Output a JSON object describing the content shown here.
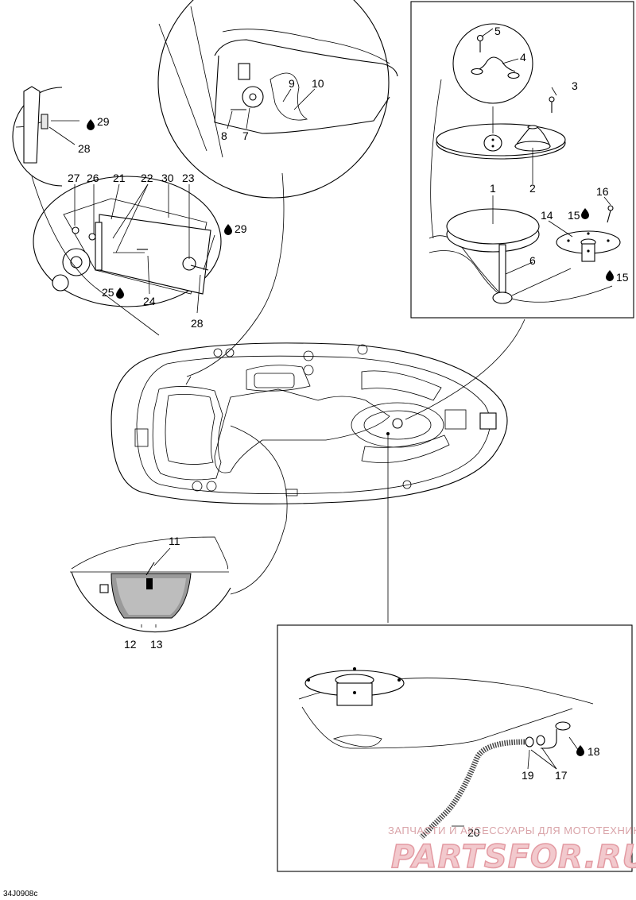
{
  "diagram": {
    "code": "34J0908c",
    "callouts": {
      "c1": "1",
      "c2": "2",
      "c3": "3",
      "c4": "4",
      "c5": "5",
      "c6": "6",
      "c7": "7",
      "c8": "8",
      "c9": "9",
      "c10": "10",
      "c11": "11",
      "c12": "12",
      "c13": "13",
      "c14": "14",
      "c15a": "15",
      "c15b": "15",
      "c16": "16",
      "c17": "17",
      "c18": "18",
      "c19": "19",
      "c20": "20",
      "c21": "21",
      "c22": "22",
      "c23": "23",
      "c24": "24",
      "c25": "25",
      "c26": "26",
      "c27": "27",
      "c28a": "28",
      "c28b": "28",
      "c29a": "29",
      "c29b": "29",
      "c30": "30"
    },
    "watermark": {
      "tagline": "ЗАПЧАСТИ И АКСЕССУАРЫ ДЛЯ МОТОТЕХНИКИ",
      "logo": "PARTSFOR.RU"
    }
  }
}
